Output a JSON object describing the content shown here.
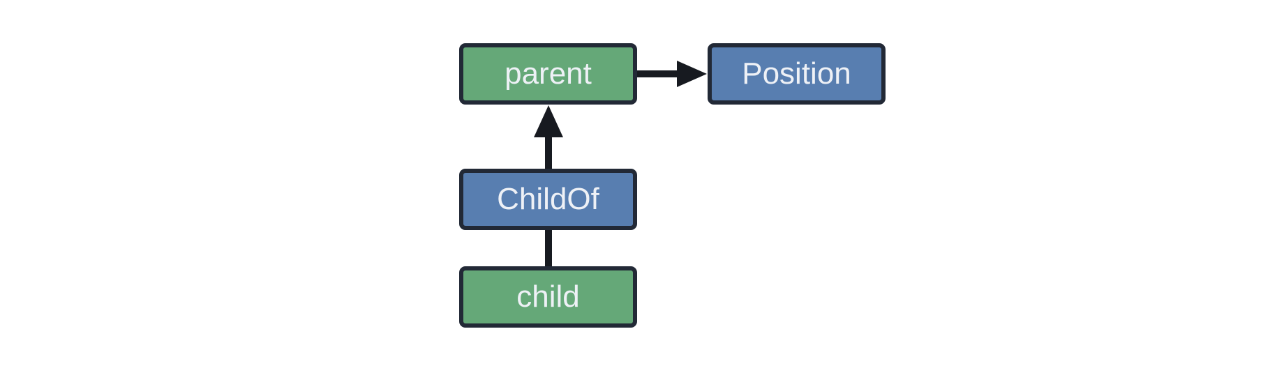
{
  "colors": {
    "background": "#ffffff",
    "entity-fill": "#65a878",
    "component-fill": "#587eb0",
    "node-border": "#222936",
    "edge": "#171a20",
    "node-text": "#eef1f6"
  },
  "diagram": {
    "nodes": [
      {
        "label": "parent",
        "fill": "#65a878"
      },
      {
        "label": "Position",
        "fill": "#587eb0"
      },
      {
        "label": "ChildOf",
        "fill": "#587eb0"
      },
      {
        "label": "child",
        "fill": "#65a878"
      }
    ],
    "edges": [
      {
        "from": "parent",
        "to": "Position",
        "type": "arrow",
        "direction": "right"
      },
      {
        "from": "ChildOf",
        "to": "parent",
        "type": "arrow",
        "direction": "up"
      },
      {
        "from": "child",
        "to": "ChildOf",
        "type": "line",
        "direction": "up"
      }
    ]
  }
}
